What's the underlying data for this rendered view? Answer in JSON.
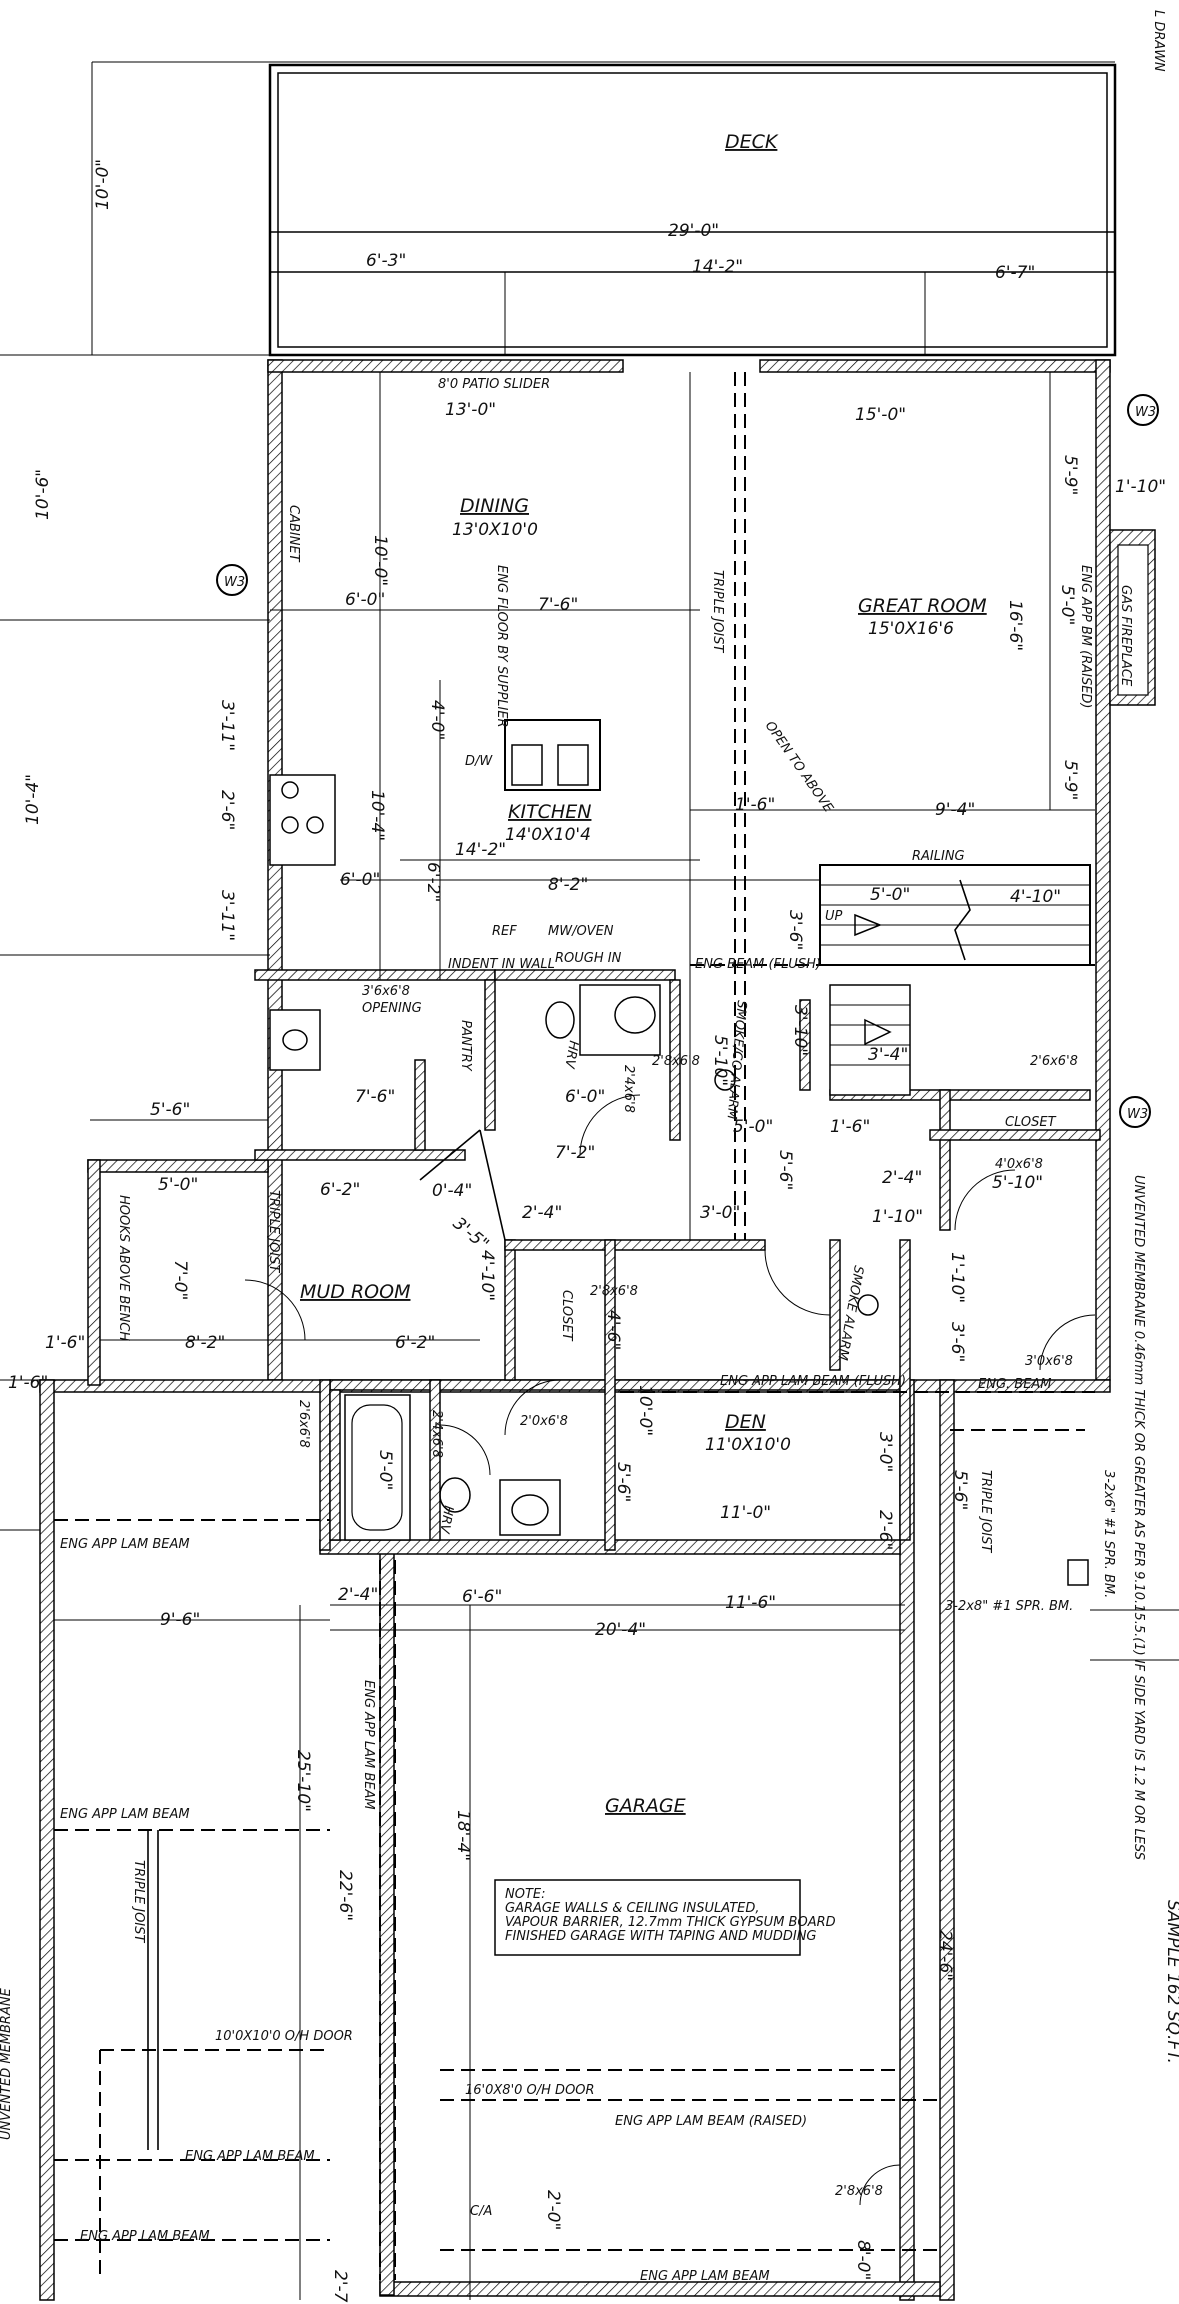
{
  "rooms": {
    "deck": "DECK",
    "dining": "DINING",
    "dining_size": "13'0X10'0",
    "great_room": "GREAT ROOM",
    "great_room_size": "15'0X16'6",
    "kitchen": "KITCHEN",
    "kitchen_size": "14'0X10'4",
    "mud_room": "MUD ROOM",
    "den": "DEN",
    "den_size": "11'0X10'0",
    "garage": "GARAGE"
  },
  "labels": {
    "patio_slider": "8'0 PATIO SLIDER",
    "cabinet": "CABINET",
    "eng_floor": "ENG FLOOR BY SUPPLIER",
    "triple_joist": "TRIPLE JOIST",
    "open_to_above": "OPEN TO ABOVE",
    "gas_fireplace": "GAS FIREPLACE",
    "eng_app_bm_raised_v": "ENG APP BM (RAISED)",
    "dw": "D/W",
    "railing": "RAILING",
    "up": "UP",
    "ref": "REF",
    "mw_oven": "MW/OVEN",
    "indent_in_wall": "INDENT IN WALL",
    "rough_in": "ROUGH IN",
    "eng_beam_flush": "ENG BEAM (FLUSH)",
    "opening_size": "3'6x6'8",
    "opening": "OPENING",
    "pantry": "PANTRY",
    "hrv": "HRV",
    "smoke_co_alarm": "SMOKE/CO ALARM",
    "closet": "CLOSET",
    "closet_v": "CLOSET",
    "hooks_above_bench": "HOOKS ABOVE BENCH",
    "smoke_alarm": "SMOKE ALARM",
    "eng_app_lam_beam_flush": "ENG APP LAM BEAM (FLUSH)",
    "eng_beam_short": "ENG. BEAM",
    "eng_app_lam_beam": "ENG APP LAM BEAM",
    "eng_app_lam_beam_v": "ENG APP LAM BEAM",
    "triple_joist_den": "TRIPLE JOIST",
    "spr_bm_1": "3-2x6\" #1 SPR. BM.",
    "spr_bm_2": "3-2x8\" #1 SPR. BM.",
    "ohdoor_10": "10'0X10'0 O/H DOOR",
    "ohdoor_16": "16'0X8'0 O/H DOOR",
    "eng_app_lam_beam_raised": "ENG APP LAM BEAM (RAISED)",
    "triple_joist_garage": "TRIPLE JOIST",
    "ca": "C/A",
    "door_2_4x6_8": "2'4x6'8",
    "door_2_8x6_8": "2'8x6'8",
    "door_2_6x6_8": "2'6x6'8",
    "door_4_0x6_8": "4'0x6'8",
    "door_3_0x6_8": "3'0x6'8",
    "door_2_4x6_8_b": "2'4x6'8",
    "door_2_6x6_8_b": "2'6x6'8",
    "door_2_0x6_8": "2'0x6'8",
    "door_2_8x6_8_b": "2'8x6'8",
    "door_2_8x6_8_garage": "2'8x6'8",
    "section_1": "W3",
    "section_2": "W3",
    "section_3": "W3",
    "side_note": "UNVENTED MEMBRANE 0.46mm THICK OR GREATER AS PER 9.10.15.5.(1) IF SIDE YARD IS 1.2 M OR LESS",
    "left_edge": "UNVENTED MEMBRANE",
    "corner_top": "L DRAWN",
    "right_edge": "SAMPLE 162 SQ.FT."
  },
  "note": {
    "line1": "NOTE:",
    "line2": "GARAGE WALLS & CEILING INSULATED,",
    "line3": "VAPOUR BARRIER, 12.7mm THICK GYPSUM BOARD",
    "line4": "FINISHED GARAGE WITH TAPING AND MUDDING"
  },
  "dims": {
    "d10_0_left": "10'-0\"",
    "d29_0": "29'-0\"",
    "d6_3": "6'-3\"",
    "d14_2": "14'-2\"",
    "d6_7": "6'-7\"",
    "d13_0": "13'-0\"",
    "d15_0": "15'-0\"",
    "d10_6_left": "10'-6\"",
    "d10_0_dining": "10'-0\"",
    "d5_9_a": "5'-9\"",
    "d1_10_right": "1'-10\"",
    "d6_0_a": "6'-0\"",
    "d7_6_a": "7'-6\"",
    "d16_6": "16'-6\"",
    "d5_0_gr": "5'-0\"",
    "d3_11_a": "3'-11\"",
    "d4_0": "4'-0\"",
    "d10_4_left": "10'-4\"",
    "d2_6_a": "2'-6\"",
    "d10_4_k": "10'-4\"",
    "d5_9_b": "5'-9\"",
    "d1_6_a": "1'-6\"",
    "d9_4": "9'-4\"",
    "d14_2_b": "14'-2\"",
    "d3_11_b": "3'-11\"",
    "d6_0_b": "6'-0\"",
    "d6_2_a": "6'-2\"",
    "d8_2_a": "8'-2\"",
    "d5_0_st": "5'-0\"",
    "d4_10_st": "4'-10\"",
    "d3_6_st": "3'-6\"",
    "d5_10_a": "5'-10\"",
    "d3_10_a": "3'-10\"",
    "d6_0_c": "6'-0\"",
    "d3_4": "3'-4\"",
    "d5_6_a": "5'-6\"",
    "d5_0_b": "5'-0\"",
    "d7_6_b": "7'-6\"",
    "d7_2": "7'-2\"",
    "d1_6_b": "1'-6\"",
    "d5_6_b": "5'-6\"",
    "d5_10_b": "5'-10\"",
    "d5_0_mud": "5'-0\"",
    "d6_2_b": "6'-2\"",
    "d0_4": "0'-4\"",
    "d2_4_a": "2'-4\"",
    "d2_4_b": "2'-4\"",
    "d1_10_a": "1'-10\"",
    "d3_5": "3'-5\"",
    "d3_0_a": "3'-0\"",
    "d7_0": "7'-0\"",
    "d4_10_b": "4'-10\"",
    "d1_10_b": "1'-10\"",
    "d3_6_b": "3'-6\"",
    "d1_6_c": "1'-6\"",
    "d8_2_b": "8'-2\"",
    "d6_2_c": "6'-2\"",
    "d10_0_den": "10'-0\"",
    "d4_6": "4'-6\"",
    "d5_6_c": "5'-6\"",
    "d3_0_b": "3'-0\"",
    "d5_0_c": "5'-0\"",
    "d11_0": "11'-0\"",
    "d2_6_b": "2'-6\"",
    "d5_6_d": "5'-6\"",
    "d9_6": "9'-6\"",
    "d2_4_c": "2'-4\"",
    "d6_6": "6'-6\"",
    "d11_6": "11'-6\"",
    "d20_4": "20'-4\"",
    "d25_10": "25'-10\"",
    "d18_4": "18'-4\"",
    "d22_6": "22'-6\"",
    "d24_6": "24'-6\"",
    "d2_0": "2'-0\"",
    "d8_0": "8'-0\"",
    "d1_6_d": "1'-6\"",
    "d2_7": "2'-7\""
  }
}
